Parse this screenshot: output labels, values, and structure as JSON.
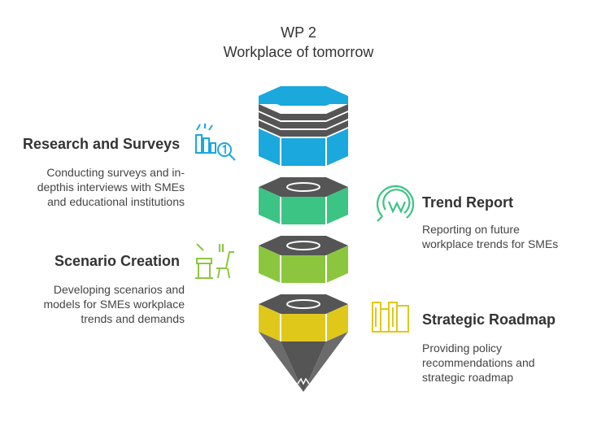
{
  "title": {
    "line1": "WP 2",
    "line2": "Workplace of tomorrow"
  },
  "stages": [
    {
      "heading": "Research and Surveys",
      "desc_lines": [
        "Conducting surveys and in-",
        "depthis interviews with SMEs",
        "and educational institutions"
      ],
      "color": "#1ba8dd",
      "icon": "bar-chart-search-icon"
    },
    {
      "heading": "Trend Report",
      "desc_lines": [
        "Reporting on future",
        "workplace trends for SMEs"
      ],
      "color": "#3cc484",
      "icon": "wifi-w-circle-icon"
    },
    {
      "heading": "Scenario Creation",
      "desc_lines": [
        "Developing scenarios and",
        "models for SMEs workplace",
        "trends and demands"
      ],
      "color": "#8cc63f",
      "icon": "desk-chairs-icon"
    },
    {
      "heading": "Strategic Roadmap",
      "desc_lines": [
        "Providing policy",
        "recommendations and",
        "strategic roadmap"
      ],
      "color": "#e0c81a",
      "icon": "map-columns-icon"
    }
  ],
  "colors": {
    "cap_gray": "#555555",
    "stripe_gray": "#6b6b6b",
    "text_dark": "#333333"
  }
}
